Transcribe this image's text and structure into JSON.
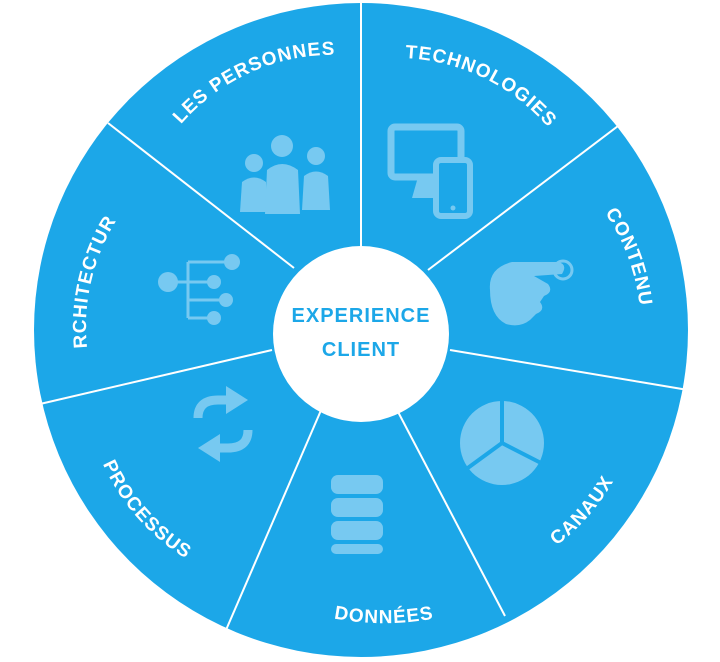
{
  "center": {
    "line1": "EXPERIENCE",
    "line2": "CLIENT"
  },
  "segments": [
    {
      "label": "LES PERSONNES",
      "icon": "people-group-icon"
    },
    {
      "label": "TECHNOLOGIES",
      "icon": "devices-icon"
    },
    {
      "label": "CONTENU",
      "icon": "touch-hand-icon"
    },
    {
      "label": "CANAUX",
      "icon": "pie-chart-icon"
    },
    {
      "label": "DONNÉES",
      "icon": "database-icon"
    },
    {
      "label": "PROCESSUS",
      "icon": "sync-arrows-icon"
    },
    {
      "label": "ARCHITECTURE",
      "icon": "hierarchy-nodes-icon"
    }
  ],
  "colors": {
    "wheel": "#1ca7e8",
    "divider": "#ffffff",
    "icon": "#77c9f1",
    "center_text": "#1ca7e8"
  }
}
